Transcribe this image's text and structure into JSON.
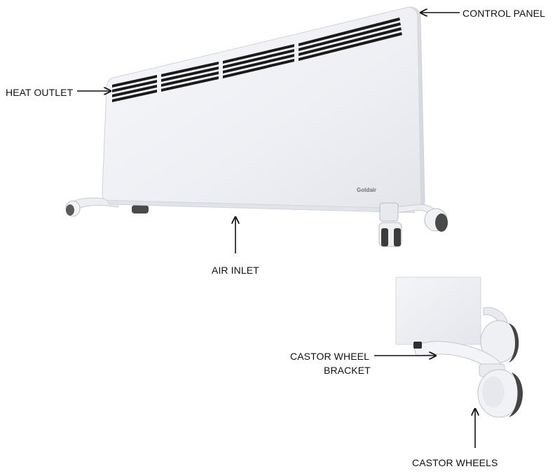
{
  "labels": {
    "control_panel": "CONTROL PANEL",
    "heat_outlet": "HEAT OUTLET",
    "air_inlet": "AIR INLET",
    "castor_wheel_bracket_line1": "CASTOR WHEEL",
    "castor_wheel_bracket_line2": "BRACKET",
    "castor_wheels": "CASTOR WHEELS"
  },
  "brand": "Goldair",
  "colors": {
    "heater_body": "#f1f2f6",
    "heater_shade": "#dfe1e8",
    "vent_slot": "#1a1a1a",
    "wheel_tyre": "#3c3c3c",
    "arrow": "#111111"
  }
}
